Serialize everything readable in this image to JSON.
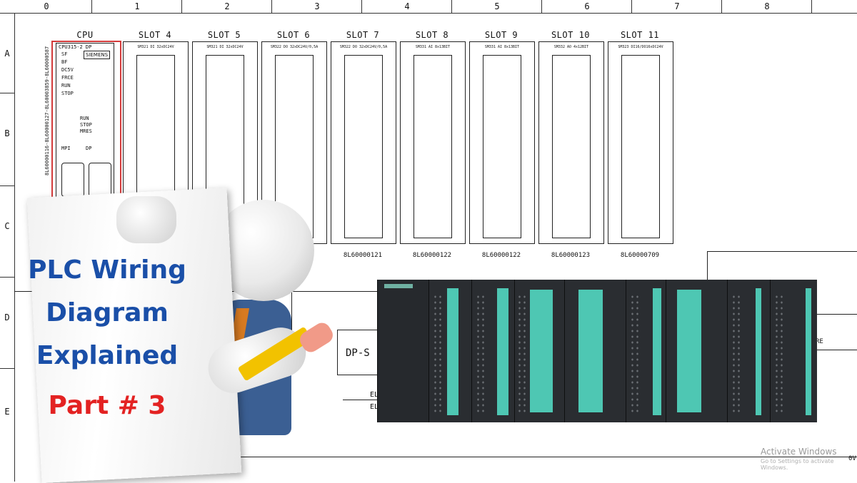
{
  "grid": {
    "columns": [
      "0",
      "1",
      "2",
      "3",
      "4",
      "5",
      "6",
      "7",
      "8"
    ],
    "rows": [
      "A",
      "B",
      "C",
      "D",
      "E"
    ]
  },
  "cpu": {
    "title": "CPU",
    "model": "CPU315-2 DP",
    "brand": "SIEMENS",
    "leds": [
      "SF",
      "BF",
      "DC5V",
      "FRCE",
      "RUN",
      "STOP"
    ],
    "switch": [
      "RUN",
      "STOP",
      "MRES"
    ],
    "ports": [
      "MPI",
      "DP"
    ],
    "serial": "8L60000116-8L60000127-8L60003859-8L60000587"
  },
  "slots": [
    {
      "title": "SLOT 4",
      "code": "SM321 DI 32xDC24V",
      "part": ""
    },
    {
      "title": "SLOT 5",
      "code": "SM321 DI 32xDC24V",
      "part": ""
    },
    {
      "title": "SLOT 6",
      "code": "SM322 DO 32xDC24V/0,5A",
      "part": ""
    },
    {
      "title": "SLOT 7",
      "code": "SM322 DO 32xDC24V/0,5A",
      "part": "8L60000121"
    },
    {
      "title": "SLOT 8",
      "code": "SM331 AI 8x13BIT",
      "part": "8L60000122"
    },
    {
      "title": "SLOT 9",
      "code": "SM331 AI 8x13BIT",
      "part": "8L60000122"
    },
    {
      "title": "SLOT 10",
      "code": "SM332 AO 4x12BIT",
      "part": "8L60000123"
    },
    {
      "title": "SLOT 11",
      "code": "SM323 DI16/DO16xDC24V",
      "part": "8L60000709"
    }
  ],
  "labels": {
    "dp": "DP-S",
    "el1": "EL",
    "el2": "EL",
    "re": "RE",
    "ov": "0V"
  },
  "sign": {
    "line1": "PLC Wiring",
    "line2": "Diagram",
    "line3": "Explained",
    "line4": "Part # 3"
  },
  "watermark": {
    "title": "Activate Windows",
    "subtitle": "Go to Settings to activate Windows."
  },
  "colors": {
    "title_blue": "#1a4fa8",
    "part_red": "#e32222",
    "cpu_border": "#d23a3a",
    "module_teal": "#4ec7b3"
  }
}
